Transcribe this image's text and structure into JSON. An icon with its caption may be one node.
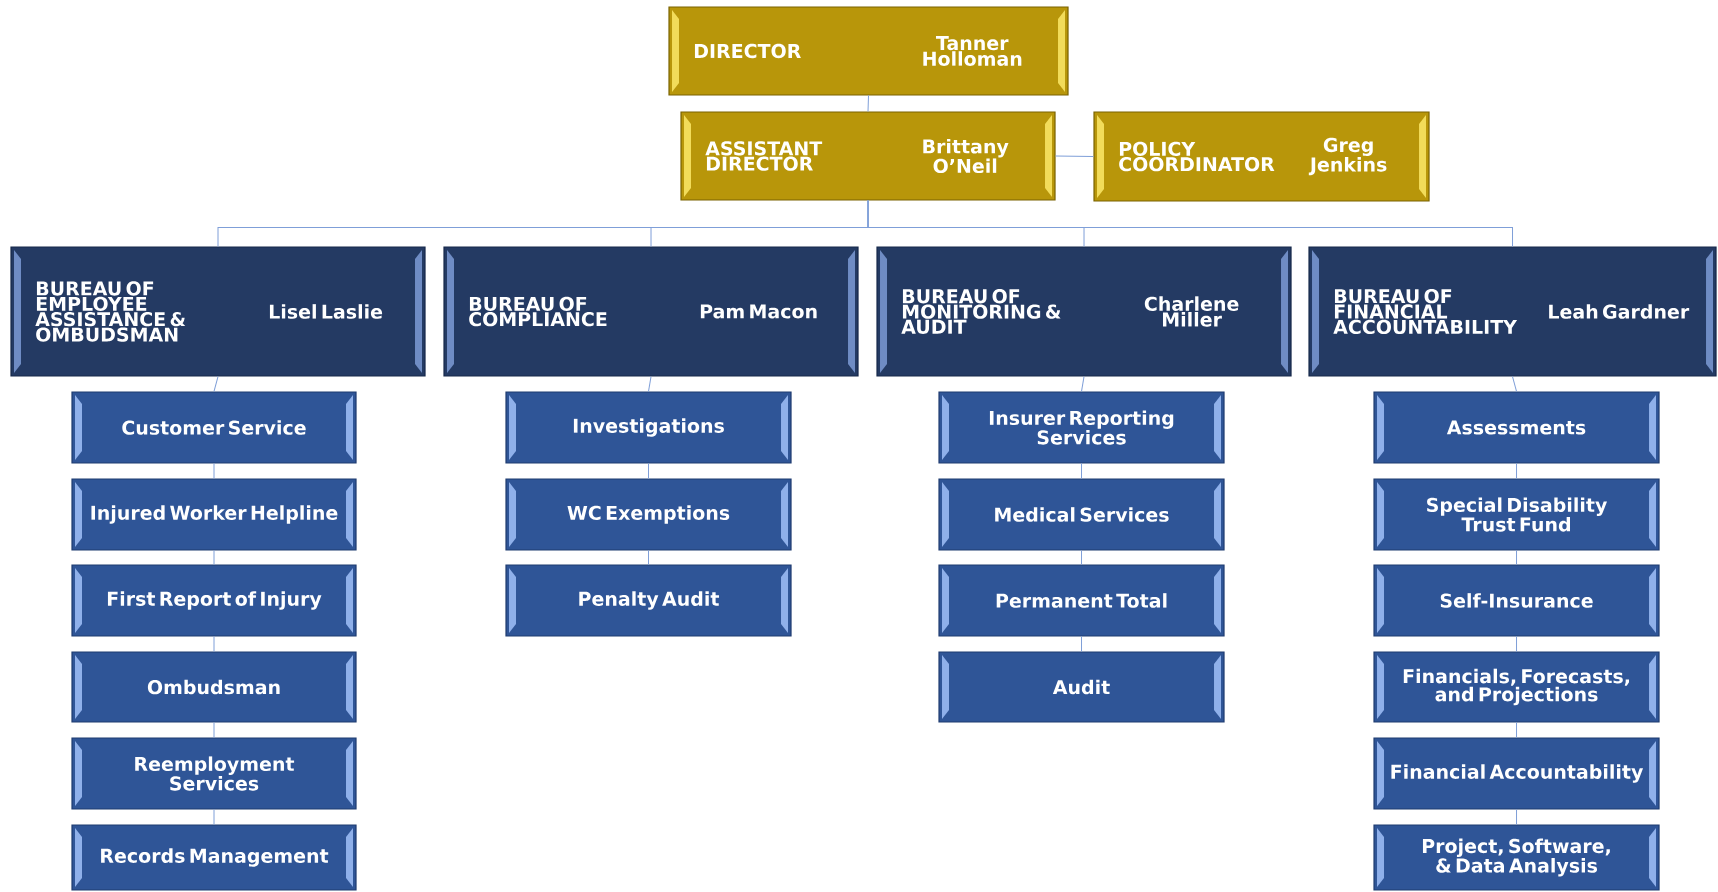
{
  "diagram": {
    "nodes": [
      {
        "text": [
          "DIRECTOR",
          "Tanner Holloman"
        ]
      },
      {
        "text": [
          "ASSISTANT DIRECTOR",
          "Brittany O’Neil"
        ]
      },
      {
        "text": [
          "POLICY COORDINATOR",
          "Greg Jenkins"
        ]
      },
      {
        "text": [
          "BUREAU OF EMPLOYEE ASSISTANCE & OMBUDSMAN",
          "Lisel Laslie"
        ]
      },
      {
        "text": [
          "BUREAU OF COMPLIANCE",
          "Pam Macon"
        ]
      },
      {
        "text": [
          "BUREAU OF MONITORING & AUDIT",
          "Charlene Miller"
        ]
      },
      {
        "text": [
          "BUREAU OF FINANCIAL ACCOUNTABILITY",
          "Leah Gardner"
        ]
      },
      {
        "text": [
          "Customer Service"
        ]
      },
      {
        "text": [
          "Injured Worker Helpline"
        ]
      },
      {
        "text": [
          "First Report of Injury"
        ]
      },
      {
        "text": [
          "Ombudsman"
        ]
      },
      {
        "text": [
          "Reemployment Services"
        ]
      },
      {
        "text": [
          "Records Management"
        ]
      },
      {
        "text": [
          "Investigations"
        ]
      },
      {
        "text": [
          "WC Exemptions"
        ]
      },
      {
        "text": [
          "Penalty Audit"
        ]
      },
      {
        "text": [
          "Insurer Reporting Services"
        ]
      },
      {
        "text": [
          "Medical Services"
        ]
      },
      {
        "text": [
          "Permanent Total"
        ]
      },
      {
        "text": [
          "Audit"
        ]
      },
      {
        "text": [
          "Assessments"
        ]
      },
      {
        "text": [
          "Special Disability Trust Fund"
        ]
      },
      {
        "text": [
          "Self-Insurance"
        ]
      },
      {
        "text": [
          "Financials, Forecasts, and Projections"
        ]
      },
      {
        "text": [
          "Financial Accountability"
        ]
      },
      {
        "text": [
          "Project, Software, & Data Analysis"
        ]
      }
    ],
    "edges": [
      {
        "from": 0,
        "to": 1,
        "arrow": "none"
      },
      {
        "from": 1,
        "to": 2,
        "arrow": "none"
      },
      {
        "from": 1,
        "to": 3,
        "arrow": "none"
      },
      {
        "from": 1,
        "to": 4,
        "arrow": "none"
      },
      {
        "from": 1,
        "to": 5,
        "arrow": "none"
      },
      {
        "from": 1,
        "to": 6,
        "arrow": "none"
      },
      {
        "from": 3,
        "to": 7,
        "arrow": "none"
      },
      {
        "from": 7,
        "to": 8,
        "arrow": "none"
      },
      {
        "from": 8,
        "to": 9,
        "arrow": "none"
      },
      {
        "from": 9,
        "to": 10,
        "arrow": "none"
      },
      {
        "from": 10,
        "to": 11,
        "arrow": "none"
      },
      {
        "from": 11,
        "to": 12,
        "arrow": "none"
      },
      {
        "from": 4,
        "to": 13,
        "arrow": "none"
      },
      {
        "from": 13,
        "to": 14,
        "arrow": "none"
      },
      {
        "from": 14,
        "to": 15,
        "arrow": "none"
      },
      {
        "from": 5,
        "to": 16,
        "arrow": "none"
      },
      {
        "from": 16,
        "to": 17,
        "arrow": "none"
      },
      {
        "from": 17,
        "to": 18,
        "arrow": "none"
      },
      {
        "from": 18,
        "to": 19,
        "arrow": "none"
      },
      {
        "from": 6,
        "to": 20,
        "arrow": "none"
      },
      {
        "from": 20,
        "to": 21,
        "arrow": "none"
      },
      {
        "from": 21,
        "to": 22,
        "arrow": "none"
      },
      {
        "from": 22,
        "to": 23,
        "arrow": "none"
      },
      {
        "from": 23,
        "to": 24,
        "arrow": "none"
      },
      {
        "from": 24,
        "to": 25,
        "arrow": "none"
      }
    ]
  }
}
